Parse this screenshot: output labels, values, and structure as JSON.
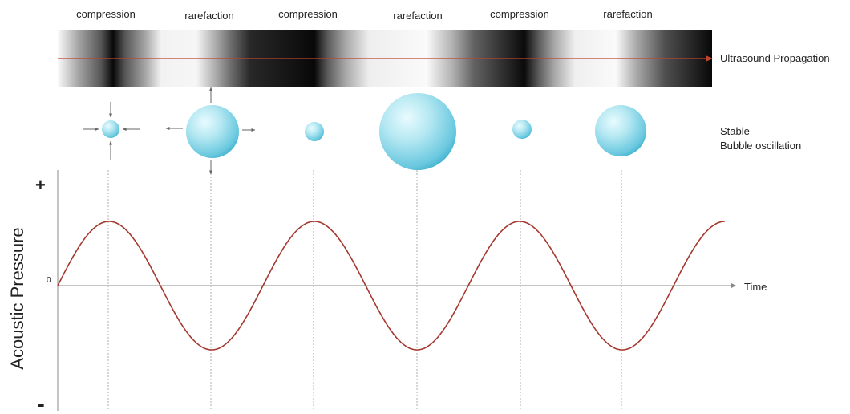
{
  "phase_labels": [
    "compression",
    "rarefaction",
    "compression",
    "rarefaction",
    "compression",
    "rarefaction"
  ],
  "propagation_label": "Ultrasound Propagation",
  "bubble_label_lines": [
    "Stable",
    "Bubble oscillation"
  ],
  "y_axis_label": "Acoustic Pressure",
  "plus_label": "+",
  "minus_label": "-",
  "zero_label": "0",
  "x_axis_label": "Time",
  "colors": {
    "wave": "#a5392f",
    "propagation_arrow": "#c0452c",
    "bubble_highlight": "#e9fbff",
    "bubble_mid": "#9fe0ee",
    "bubble_edge": "#3fb0cc",
    "axis": "#888888",
    "guide": "#9a9a9a"
  },
  "bubble_sizes": [
    "small",
    "large",
    "small",
    "largest",
    "small",
    "medium"
  ],
  "bubble_arrows": [
    "inward",
    "outward",
    "none",
    "none",
    "none",
    "none"
  ],
  "wave": {
    "cycles": 3.25,
    "start_phase": "zero-rising",
    "peaks_at": [
      "compression"
    ],
    "troughs_at": [
      "rarefaction"
    ]
  },
  "icons": {
    "propagation_arrowhead": "arrow-right-icon",
    "time_arrowhead": "arrow-right-icon"
  }
}
